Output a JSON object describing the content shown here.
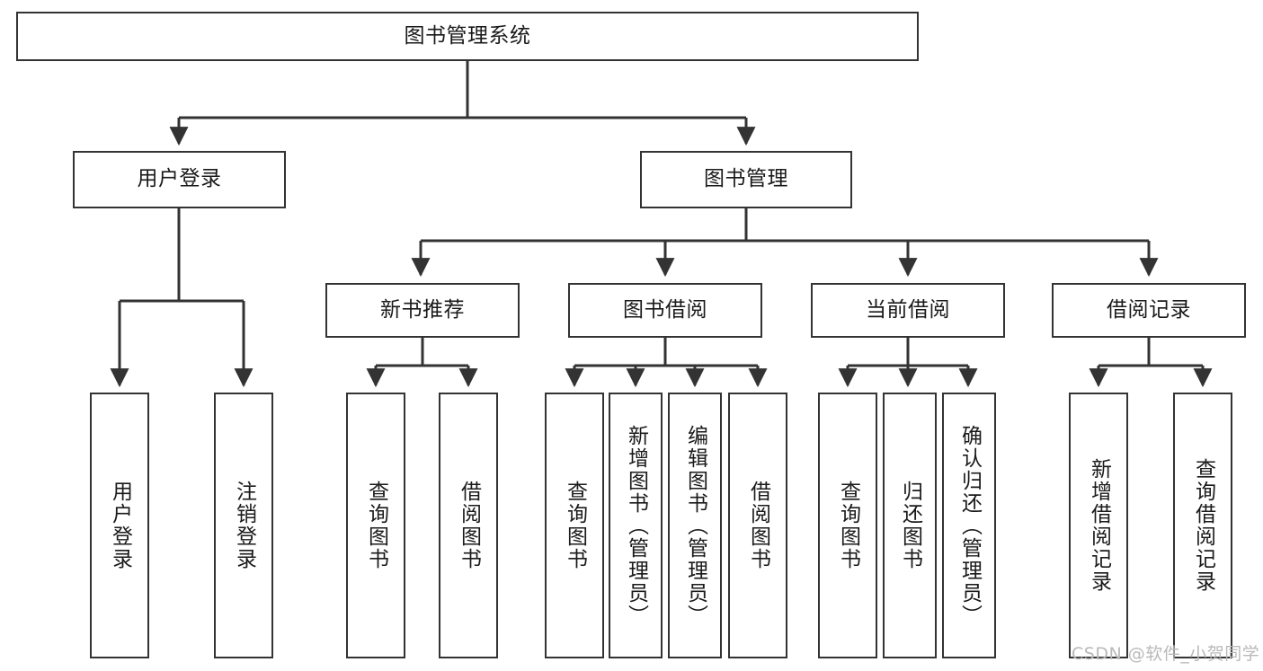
{
  "diagram": {
    "type": "tree",
    "title": "图书管理系统",
    "root": {
      "id": "root",
      "label": "图书管理系统"
    },
    "level2": [
      {
        "id": "user-login",
        "label": "用户登录"
      },
      {
        "id": "book-management",
        "label": "图书管理"
      }
    ],
    "level3": [
      {
        "id": "new-book-recommend",
        "label": "新书推荐",
        "parent": "book-management"
      },
      {
        "id": "book-borrow",
        "label": "图书借阅",
        "parent": "book-management"
      },
      {
        "id": "current-borrow",
        "label": "当前借阅",
        "parent": "book-management"
      },
      {
        "id": "borrow-record",
        "label": "借阅记录",
        "parent": "book-management"
      }
    ],
    "leaves": [
      {
        "id": "leaf-user-login",
        "label": "用户登录",
        "parent": "user-login"
      },
      {
        "id": "leaf-user-logout",
        "label": "注销登录",
        "parent": "user-login"
      },
      {
        "id": "leaf-query-book-1",
        "label": "查询图书",
        "parent": "new-book-recommend"
      },
      {
        "id": "leaf-borrow-book-1",
        "label": "借阅图书",
        "parent": "new-book-recommend"
      },
      {
        "id": "leaf-query-book-2",
        "label": "查询图书",
        "parent": "book-borrow"
      },
      {
        "id": "leaf-add-book",
        "label": "新增图书（管理员）",
        "parent": "book-borrow"
      },
      {
        "id": "leaf-edit-book",
        "label": "编辑图书（管理员）",
        "parent": "book-borrow"
      },
      {
        "id": "leaf-borrow-book-2",
        "label": "借阅图书",
        "parent": "book-borrow"
      },
      {
        "id": "leaf-query-book-3",
        "label": "查询图书",
        "parent": "current-borrow"
      },
      {
        "id": "leaf-return-book",
        "label": "归还图书",
        "parent": "current-borrow"
      },
      {
        "id": "leaf-confirm-return",
        "label": "确认归还（管理员）",
        "parent": "current-borrow"
      },
      {
        "id": "leaf-add-record",
        "label": "新增借阅记录",
        "parent": "borrow-record"
      },
      {
        "id": "leaf-query-record",
        "label": "查询借阅记录",
        "parent": "borrow-record"
      }
    ],
    "colors": {
      "stroke": "#333333",
      "fill": "#ffffff",
      "text": "#1a1a1a",
      "watermark": "#b9b9b9"
    }
  },
  "watermark": {
    "text": "CSDN @软件_小贺同学"
  }
}
